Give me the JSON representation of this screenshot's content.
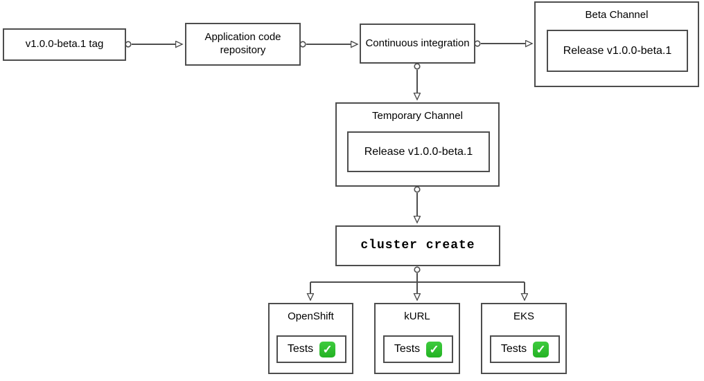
{
  "diagram": {
    "nodes": {
      "tag": {
        "label": "v1.0.0-beta.1 tag"
      },
      "repo": {
        "label": "Application code repository"
      },
      "ci": {
        "label": "Continuous integration"
      },
      "beta_channel": {
        "title": "Beta Channel",
        "release": "Release v1.0.0-beta.1"
      },
      "temp_channel": {
        "title": "Temporary Channel",
        "release": "Release v1.0.0-beta.1"
      },
      "cluster_create": {
        "label": "cluster create"
      },
      "clusters": [
        {
          "name": "OpenShift",
          "tests_label": "Tests"
        },
        {
          "name": "kURL",
          "tests_label": "Tests"
        },
        {
          "name": "EKS",
          "tests_label": "Tests"
        }
      ]
    },
    "icons": {
      "check": "✓"
    },
    "colors": {
      "border": "#4d4d4d",
      "check_green": "#2db82d",
      "check_mark": "#ffffff",
      "background": "#ffffff",
      "text": "#000000"
    }
  }
}
